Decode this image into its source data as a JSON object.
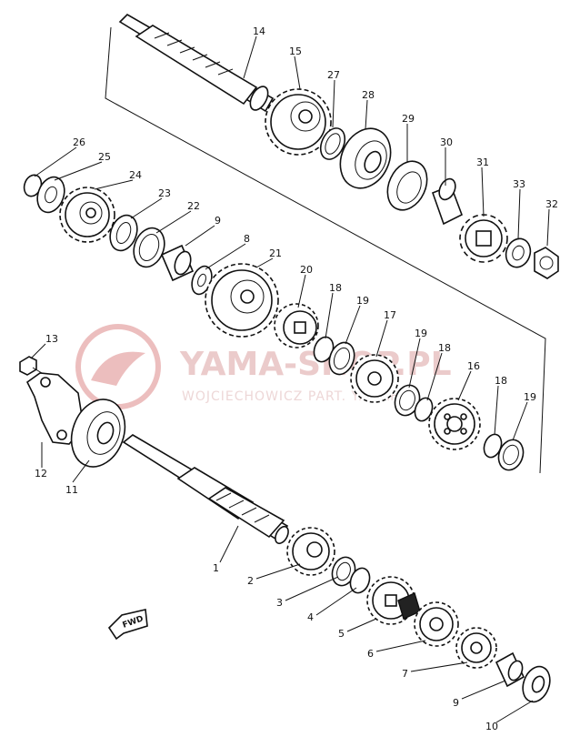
{
  "watermark": {
    "main": "YAMA-SHOP.PL",
    "sub": "WOJCIECHOWICZ PART. YAMAHA"
  },
  "fwd_label": "FWD",
  "callouts": [
    {
      "id": "c14",
      "label": "14"
    },
    {
      "id": "c15",
      "label": "15"
    },
    {
      "id": "c27",
      "label": "27"
    },
    {
      "id": "c28",
      "label": "28"
    },
    {
      "id": "c29",
      "label": "29"
    },
    {
      "id": "c30",
      "label": "30"
    },
    {
      "id": "c31",
      "label": "31"
    },
    {
      "id": "c33",
      "label": "33"
    },
    {
      "id": "c32",
      "label": "32"
    },
    {
      "id": "c26",
      "label": "26"
    },
    {
      "id": "c25",
      "label": "25"
    },
    {
      "id": "c24",
      "label": "24"
    },
    {
      "id": "c23",
      "label": "23"
    },
    {
      "id": "c22",
      "label": "22"
    },
    {
      "id": "c9a",
      "label": "9"
    },
    {
      "id": "c8",
      "label": "8"
    },
    {
      "id": "c21",
      "label": "21"
    },
    {
      "id": "c20",
      "label": "20"
    },
    {
      "id": "c18a",
      "label": "18"
    },
    {
      "id": "c19a",
      "label": "19"
    },
    {
      "id": "c17",
      "label": "17"
    },
    {
      "id": "c19b",
      "label": "19"
    },
    {
      "id": "c18b",
      "label": "18"
    },
    {
      "id": "c16",
      "label": "16"
    },
    {
      "id": "c18c",
      "label": "18"
    },
    {
      "id": "c19c",
      "label": "19"
    },
    {
      "id": "c13",
      "label": "13"
    },
    {
      "id": "c12",
      "label": "12"
    },
    {
      "id": "c11",
      "label": "11"
    },
    {
      "id": "c1",
      "label": "1"
    },
    {
      "id": "c2",
      "label": "2"
    },
    {
      "id": "c3",
      "label": "3"
    },
    {
      "id": "c4",
      "label": "4"
    },
    {
      "id": "c5",
      "label": "5"
    },
    {
      "id": "c6",
      "label": "6"
    },
    {
      "id": "c7",
      "label": "7"
    },
    {
      "id": "c9b",
      "label": "9"
    },
    {
      "id": "c10",
      "label": "10"
    }
  ]
}
